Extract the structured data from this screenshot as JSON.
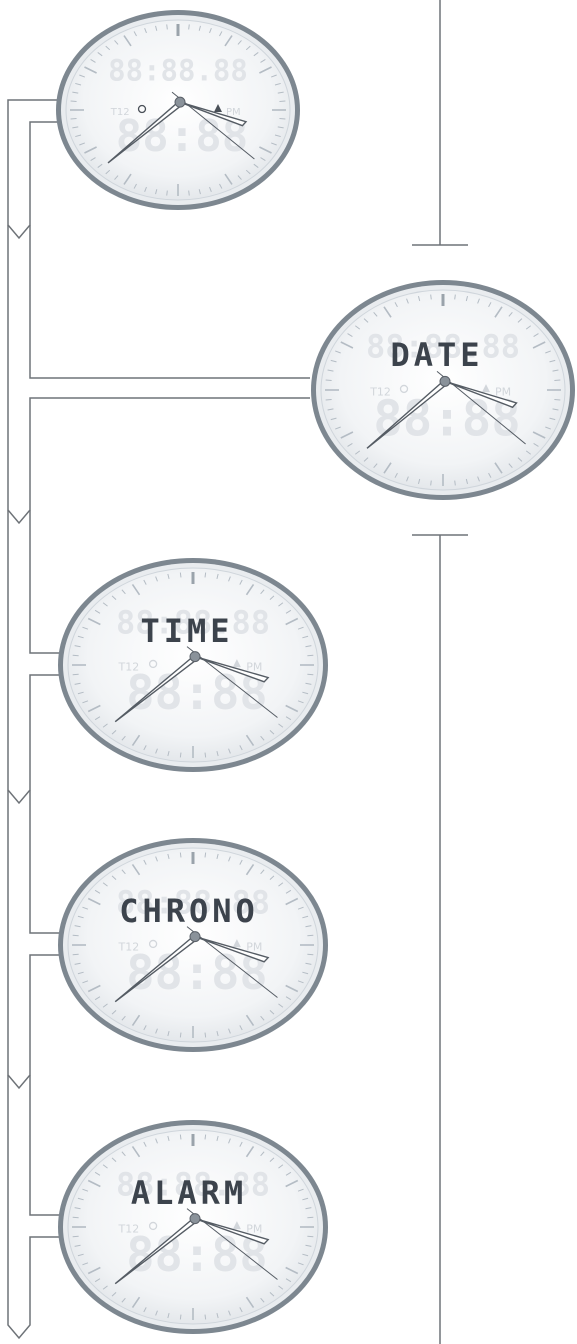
{
  "watches": [
    {
      "id": "watch-main",
      "display_text": ""
    },
    {
      "id": "watch-date",
      "display_text": "DATE"
    },
    {
      "id": "watch-time",
      "display_text": "TIME"
    },
    {
      "id": "watch-chrono",
      "display_text": "CHRONO"
    },
    {
      "id": "watch-alarm",
      "display_text": "ALARM"
    }
  ],
  "dial": {
    "top_digits": "88:88.88",
    "bottom_digits": "88:88",
    "left_indicator": "T12",
    "right_indicator": "PM"
  },
  "colors": {
    "line": "#6e7378",
    "rim": "#7d8790",
    "face": "#f4f6f8",
    "hands": "#555c64",
    "text": "#3c434c"
  }
}
